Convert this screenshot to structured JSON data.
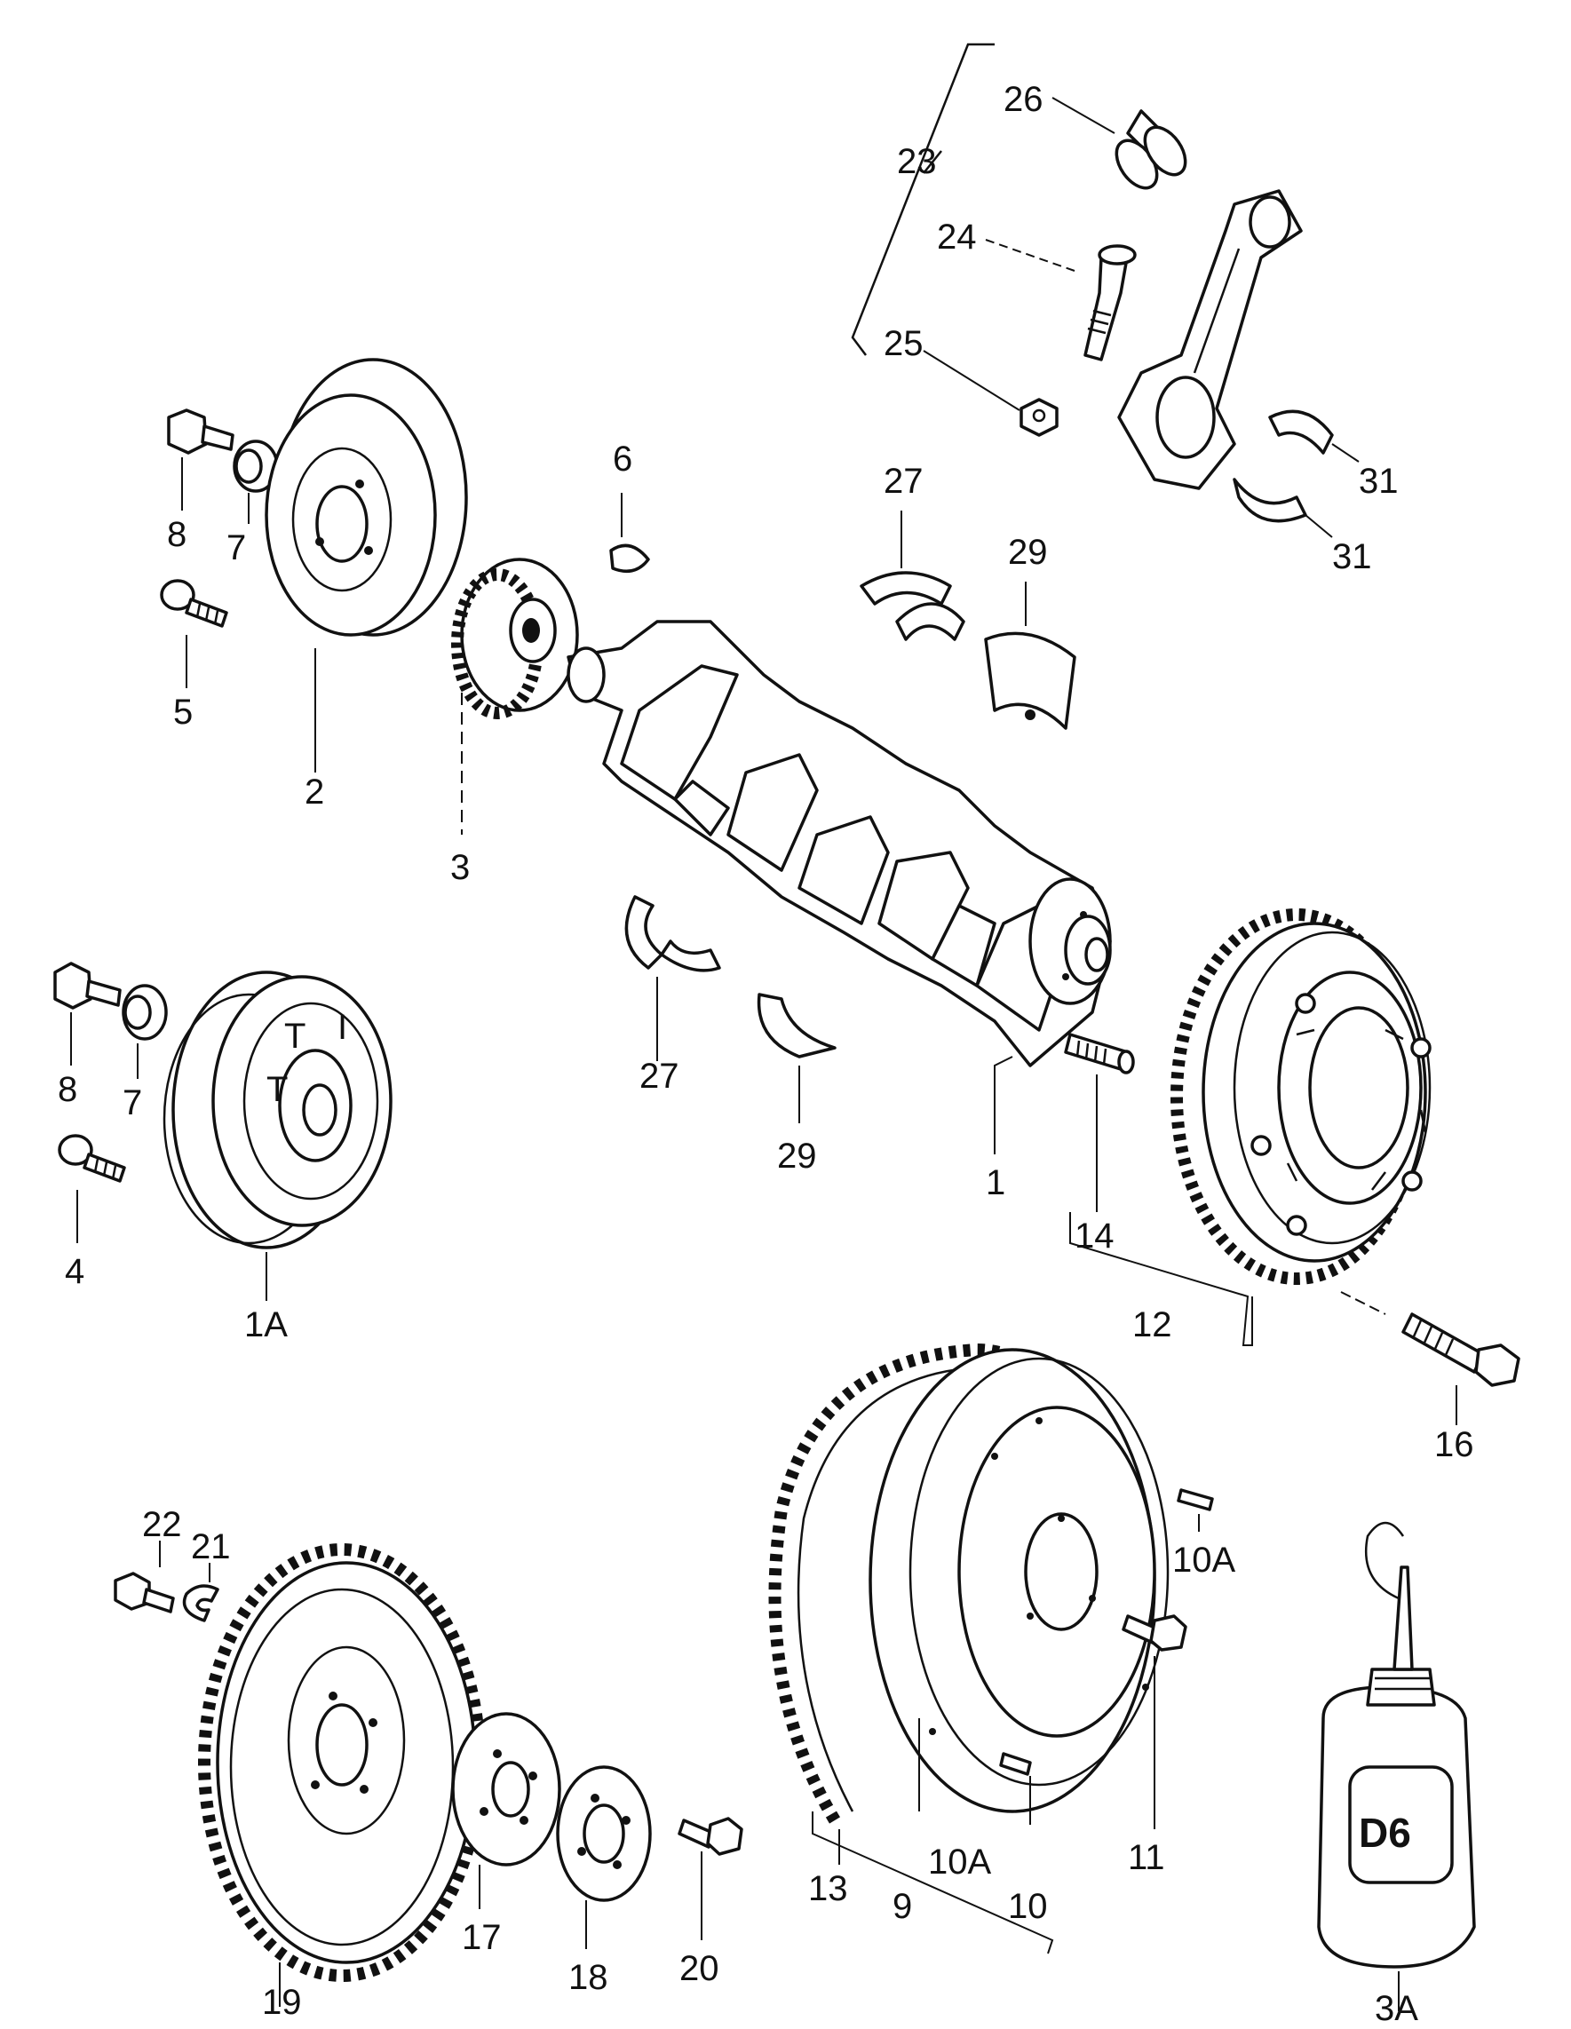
{
  "labels": {
    "p1": "1",
    "p1A": "1A",
    "p2": "2",
    "p3": "3",
    "p3A": "3A",
    "p4": "4",
    "p5": "5",
    "p6": "6",
    "p7a": "7",
    "p7b": "7",
    "p8a": "8",
    "p8b": "8",
    "p9": "9",
    "p10a": "10",
    "p10A_top": "10A",
    "p10A_bot": "10A",
    "p11": "11",
    "p12": "12",
    "p13": "13",
    "p14": "14",
    "p16": "16",
    "p17": "17",
    "p18": "18",
    "p19": "19",
    "p20": "20",
    "p21": "21",
    "p22": "22",
    "p23": "23",
    "p24": "24",
    "p25": "25",
    "p26": "26",
    "p27a": "27",
    "p27b": "27",
    "p29a": "29",
    "p29b": "29",
    "p31a": "31",
    "p31b": "31"
  },
  "bottle_label": "D6"
}
